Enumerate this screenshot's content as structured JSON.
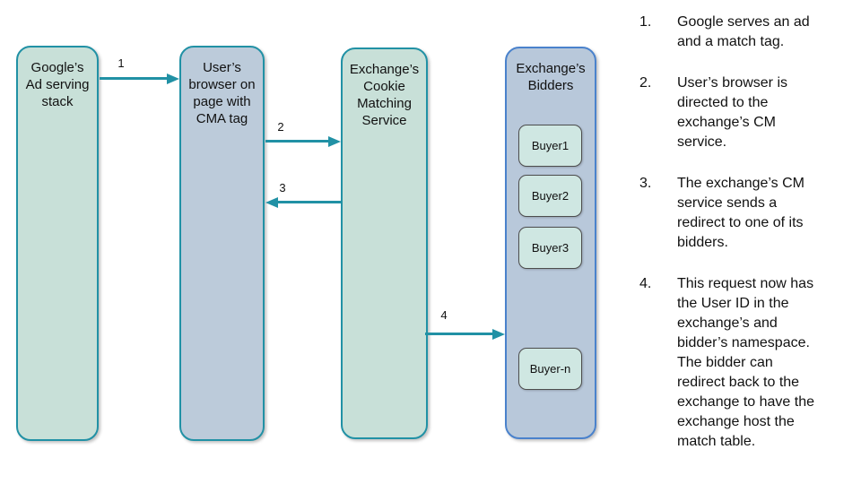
{
  "diagram": {
    "nodes": {
      "google_stack": {
        "label": "Google’s\nAd serving\nstack"
      },
      "user_browser": {
        "label": "User’s\nbrowser on\npage with\nCMA tag"
      },
      "cm_service": {
        "label": "Exchange’s\nCookie\nMatching\nService"
      },
      "bidders": {
        "label": "Exchange’s\nBidders",
        "buyers": [
          "Buyer1",
          "Buyer2",
          "Buyer3",
          "Buyer-n"
        ]
      }
    },
    "arrows": {
      "a1": "1",
      "a2": "2",
      "a3": "3",
      "a4": "4"
    }
  },
  "steps": [
    {
      "number": "1.",
      "text": "Google serves an ad\nand a match tag."
    },
    {
      "number": "2.",
      "text": "User’s browser is\ndirected to the\nexchange’s CM\nservice."
    },
    {
      "number": "3.",
      "text": "The exchange’s CM\nservice sends a\nredirect to one of its\nbidders."
    },
    {
      "number": "4.",
      "text": "This request now has\nthe User ID in the\nexchange’s and\nbidder’s namespace.\nThe bidder can\nredirect back to the\nexchange to have the\nexchange host the\nmatch table."
    }
  ],
  "colors": {
    "teal_accent": "#2191a5",
    "green_node_fill": "#c8e0d8",
    "bluegray_node_fill": "#bccbda",
    "bidders_fill": "#b8c8da",
    "bidders_border": "#4a82cc",
    "buyer_fill": "#cfe7e2",
    "buyer_border": "#4d4d4d"
  }
}
